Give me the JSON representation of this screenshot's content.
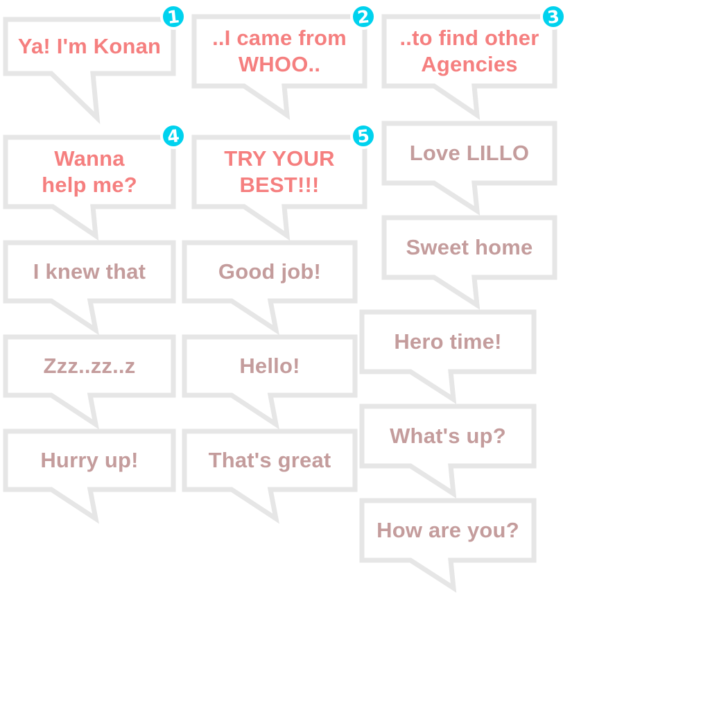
{
  "colors": {
    "bubble_fill": "#ffffff",
    "bubble_border": "#e6e6e6",
    "highlight_text": "#f57f7f",
    "regular_text": "#c49c9c",
    "badge_fill": "#00d2ee",
    "badge_ring": "#ffffff",
    "badge_text": "#ffffff"
  },
  "bubbles": [
    {
      "text": "Ya! I'm Konan",
      "style": "highlight",
      "badge": "1"
    },
    {
      "text": "..I came from\nWHOO..",
      "style": "highlight",
      "badge": "2"
    },
    {
      "text": "..to find other\nAgencies",
      "style": "highlight",
      "badge": "3"
    },
    {
      "text": "Wanna\nhelp me?",
      "style": "highlight",
      "badge": "4"
    },
    {
      "text": "TRY YOUR\nBEST!!!",
      "style": "highlight",
      "badge": "5"
    },
    {
      "text": "Love LILLO",
      "style": "regular"
    },
    {
      "text": "Sweet home",
      "style": "regular"
    },
    {
      "text": "I knew that",
      "style": "regular"
    },
    {
      "text": "Good job!",
      "style": "regular"
    },
    {
      "text": "Hero time!",
      "style": "regular"
    },
    {
      "text": "Zzz..zz..z",
      "style": "regular"
    },
    {
      "text": "Hello!",
      "style": "regular"
    },
    {
      "text": "What's up?",
      "style": "regular"
    },
    {
      "text": "Hurry up!",
      "style": "regular"
    },
    {
      "text": "That's great",
      "style": "regular"
    },
    {
      "text": "How are you?",
      "style": "regular"
    }
  ]
}
